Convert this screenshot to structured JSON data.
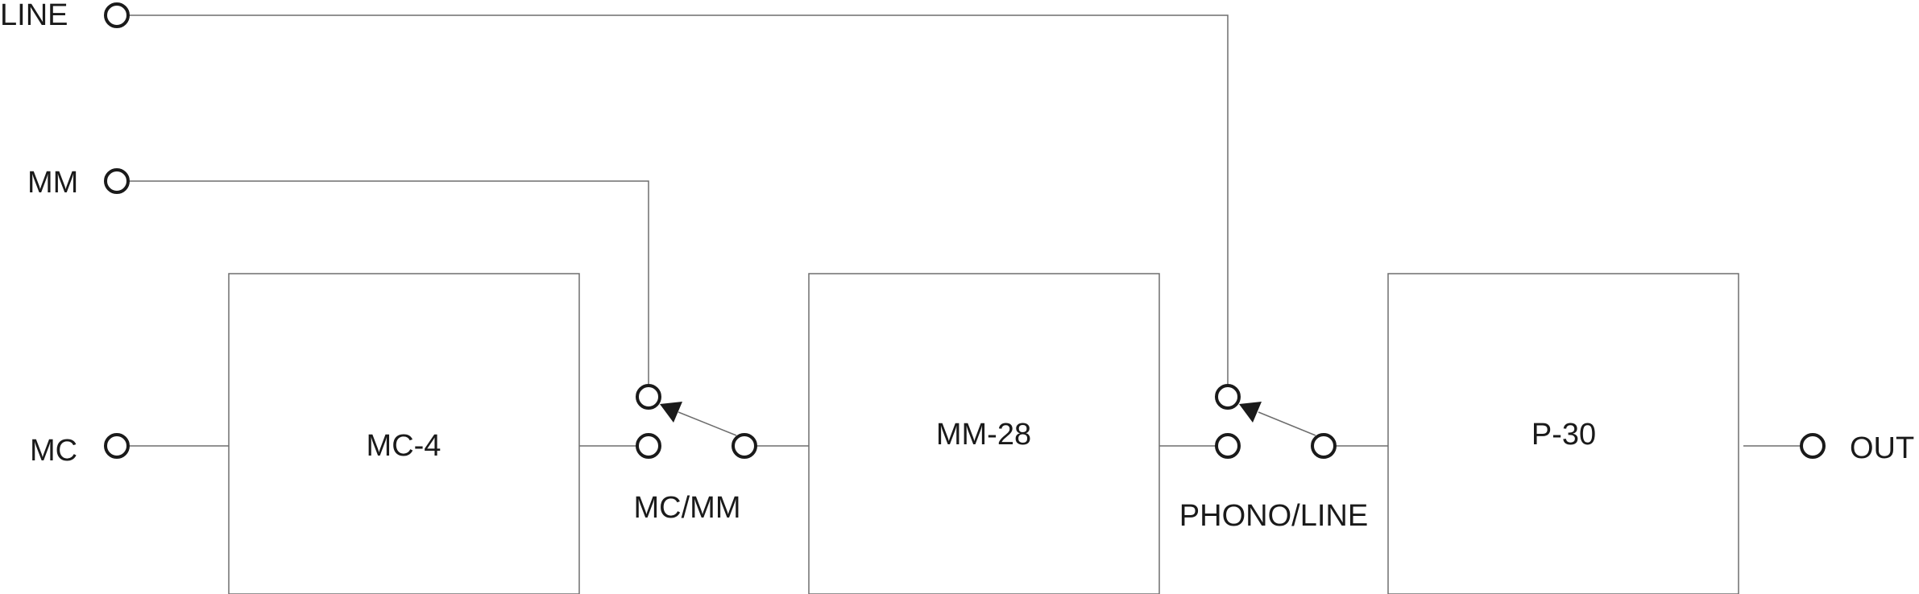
{
  "inputs": {
    "line": "LINE",
    "mm": "MM",
    "mc": "MC"
  },
  "output": "OUT",
  "blocks": {
    "mc_stage": "MC-4",
    "mm_stage": "MM-28",
    "line_stage": "P-30"
  },
  "switches": {
    "cartridge_select": "MC/MM",
    "source_select": "PHONO/LINE"
  }
}
